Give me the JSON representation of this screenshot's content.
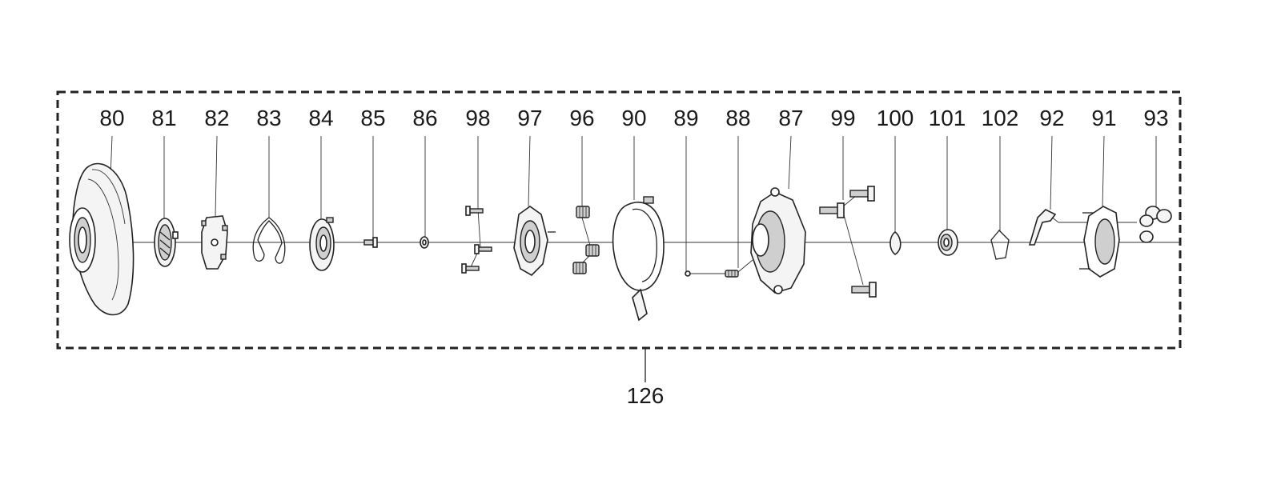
{
  "parts": [
    {
      "id": "80",
      "label": "80"
    },
    {
      "id": "81",
      "label": "81"
    },
    {
      "id": "82",
      "label": "82"
    },
    {
      "id": "83",
      "label": "83"
    },
    {
      "id": "84",
      "label": "84"
    },
    {
      "id": "85",
      "label": "85"
    },
    {
      "id": "86",
      "label": "86"
    },
    {
      "id": "98",
      "label": "98"
    },
    {
      "id": "97",
      "label": "97"
    },
    {
      "id": "96",
      "label": "96"
    },
    {
      "id": "90",
      "label": "90"
    },
    {
      "id": "89",
      "label": "89"
    },
    {
      "id": "88",
      "label": "88"
    },
    {
      "id": "87",
      "label": "87"
    },
    {
      "id": "99",
      "label": "99"
    },
    {
      "id": "100",
      "label": "100"
    },
    {
      "id": "101",
      "label": "101"
    },
    {
      "id": "102",
      "label": "102"
    },
    {
      "id": "92",
      "label": "92"
    },
    {
      "id": "91",
      "label": "91"
    },
    {
      "id": "93",
      "label": "93"
    }
  ],
  "assembly": {
    "label": "126"
  }
}
